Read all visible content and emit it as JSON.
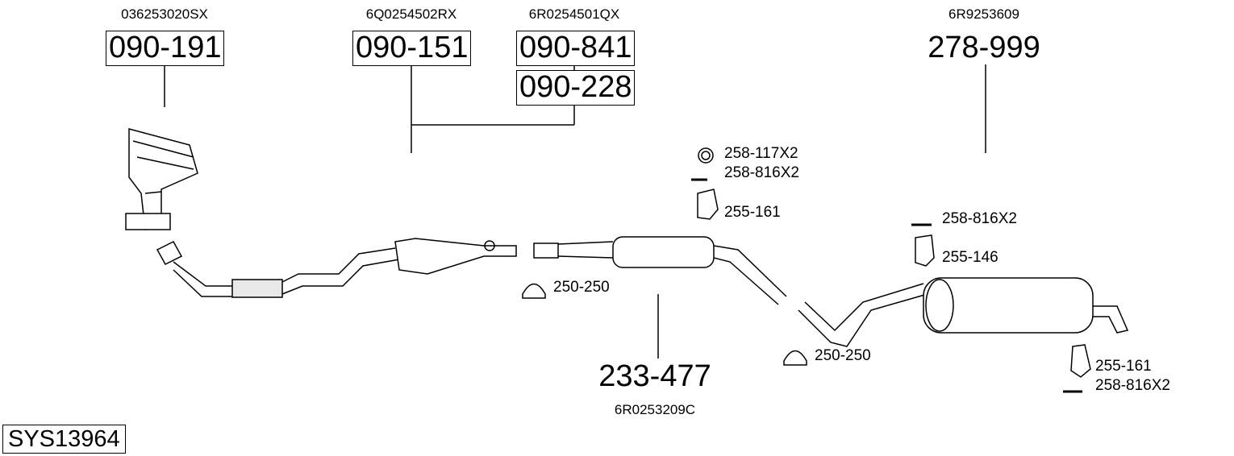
{
  "parts": {
    "manifold": {
      "oe": "036253020SX",
      "number": "090-191"
    },
    "front_pipe": {
      "oe": "6Q0254502RX",
      "number": "090-151"
    },
    "catalyst": {
      "oe": "6R0254501QX",
      "number": "090-841",
      "alt_number": "090-228"
    },
    "rear_silencer": {
      "oe": "6R9253609",
      "number": "278-999"
    },
    "middle_silencer": {
      "oe": "6R0253209C",
      "number": "233-477"
    }
  },
  "fittings": {
    "ring": "258-117X2",
    "bolt_1": "258-816X2",
    "hanger_1": "255-161",
    "clamp_1": "250-250",
    "clamp_2": "250-250",
    "bolt_2": "258-816X2",
    "hanger_2": "255-146",
    "hanger_3": "255-161",
    "bolt_3": "258-816X2"
  },
  "system_id": "SYS13964"
}
